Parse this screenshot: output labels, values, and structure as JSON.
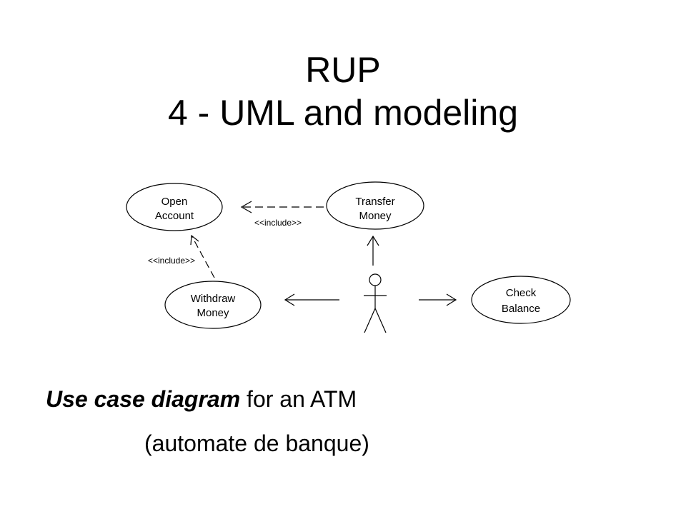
{
  "title": {
    "line1": "RUP",
    "line2": "4 - UML and modeling"
  },
  "diagram": {
    "use_cases": {
      "open_account": [
        "Open",
        "Account"
      ],
      "transfer_money": [
        "Transfer",
        "Money"
      ],
      "withdraw_money": [
        "Withdraw",
        "Money"
      ],
      "check_balance": [
        "Check",
        "Balance"
      ]
    },
    "relations": {
      "transfer_include": "<<include>>",
      "withdraw_include": "<<include>>"
    }
  },
  "caption": {
    "emphasis": "Use case diagram",
    "rest": " for an ATM",
    "line2": "(automate de banque)"
  }
}
